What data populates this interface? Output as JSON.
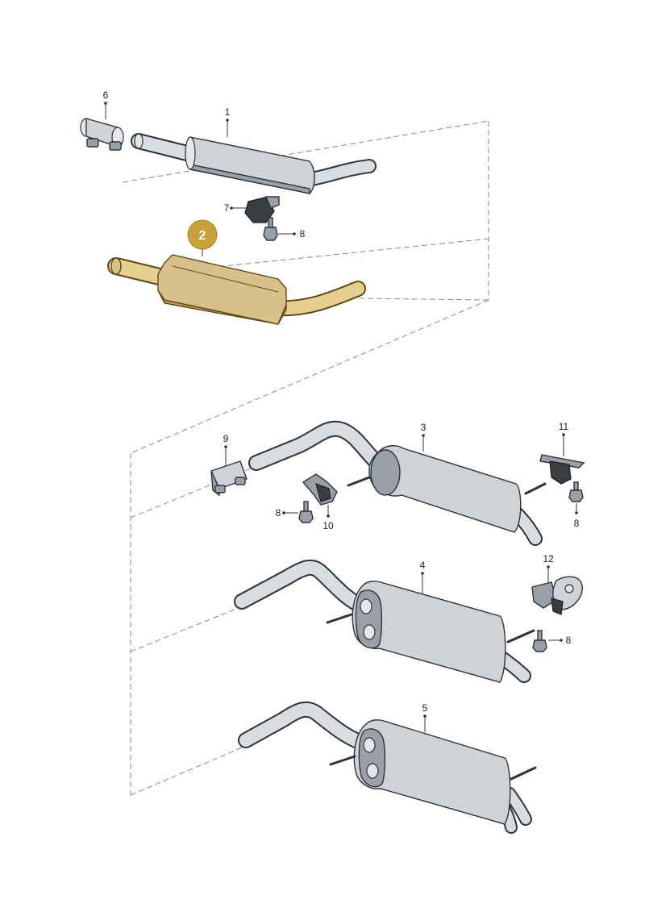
{
  "diagram": {
    "callouts": {
      "c1": "1",
      "c2": "2",
      "c3": "3",
      "c4": "4",
      "c5": "5",
      "c6": "6",
      "c7": "7",
      "c8_a": "8",
      "c8_b": "8",
      "c8_c": "8",
      "c8_d": "8",
      "c9": "9",
      "c10": "10",
      "c11": "11",
      "c12": "12"
    },
    "highlight_color": "#c9a13b",
    "highlight_part_fill": "#d8c188"
  }
}
